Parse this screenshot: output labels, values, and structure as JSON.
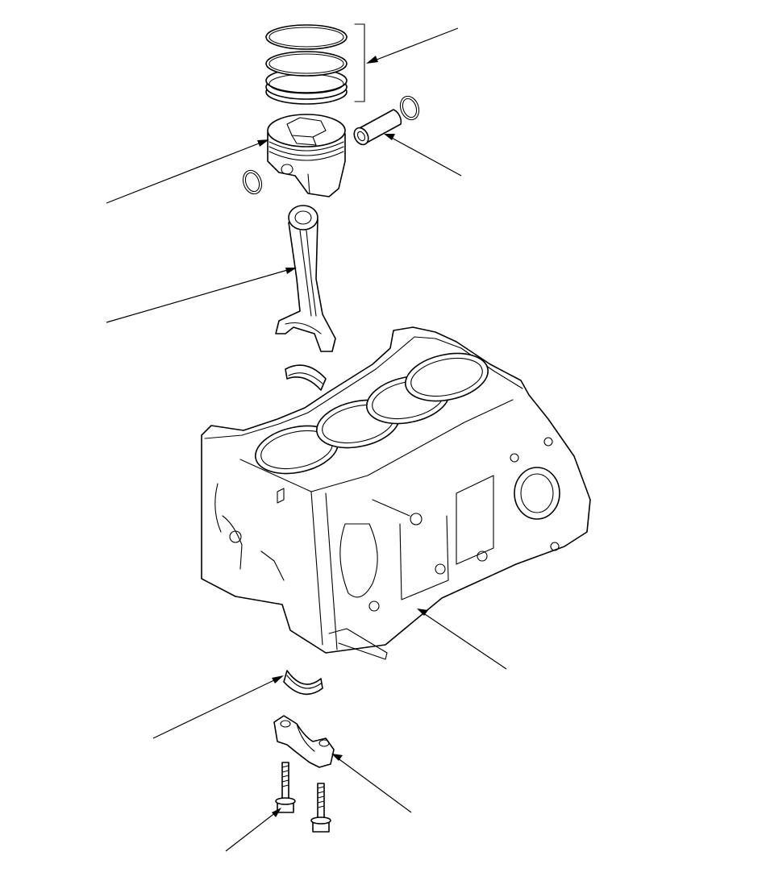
{
  "diagram": {
    "colors": {
      "line": "#000000",
      "background": "#ffffff"
    },
    "parts": [
      {
        "id": "piston-ring-set",
        "icon": "piston-rings-icon"
      },
      {
        "id": "piston-pin",
        "icon": "piston-pin-icon"
      },
      {
        "id": "piston-pin-clip",
        "icon": "snap-ring-icon"
      },
      {
        "id": "piston",
        "icon": "piston-icon"
      },
      {
        "id": "connecting-rod",
        "icon": "connecting-rod-icon"
      },
      {
        "id": "upper-bearing-shell",
        "icon": "bearing-shell-icon"
      },
      {
        "id": "cylinder-block",
        "icon": "engine-block-icon"
      },
      {
        "id": "lower-bearing-shell",
        "icon": "bearing-shell-icon"
      },
      {
        "id": "bearing-cap",
        "icon": "bearing-cap-icon"
      },
      {
        "id": "cap-bolt",
        "icon": "bolt-icon"
      }
    ]
  }
}
